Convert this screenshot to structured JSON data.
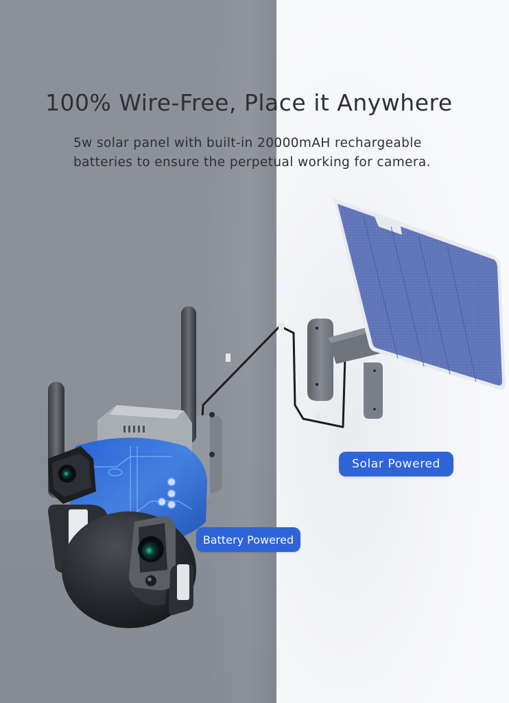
{
  "headline": "100% Wire-Free, Place it Anywhere",
  "subtext": {
    "line1": "5w solar panel with built-in 20000mAH rechargeable",
    "line2": "batteries to ensure the perpetual working for camera."
  },
  "labels": {
    "solar": "Solar Powered",
    "battery": "Battery Powered"
  },
  "colors": {
    "left_background": "#8a8e97",
    "right_background": "#f8f9fb",
    "label_blue": "#2f64d6",
    "text_dark": "#2e3034",
    "solar_cell_blue": "#5f73b8",
    "camera_blue_housing": "#2f6fe0"
  },
  "illustration": {
    "solar_panel": "solar-panel-on-wall-bracket",
    "camera": "dual-lens-ptz-security-camera",
    "cable": "cable-from-panel-to-camera"
  }
}
